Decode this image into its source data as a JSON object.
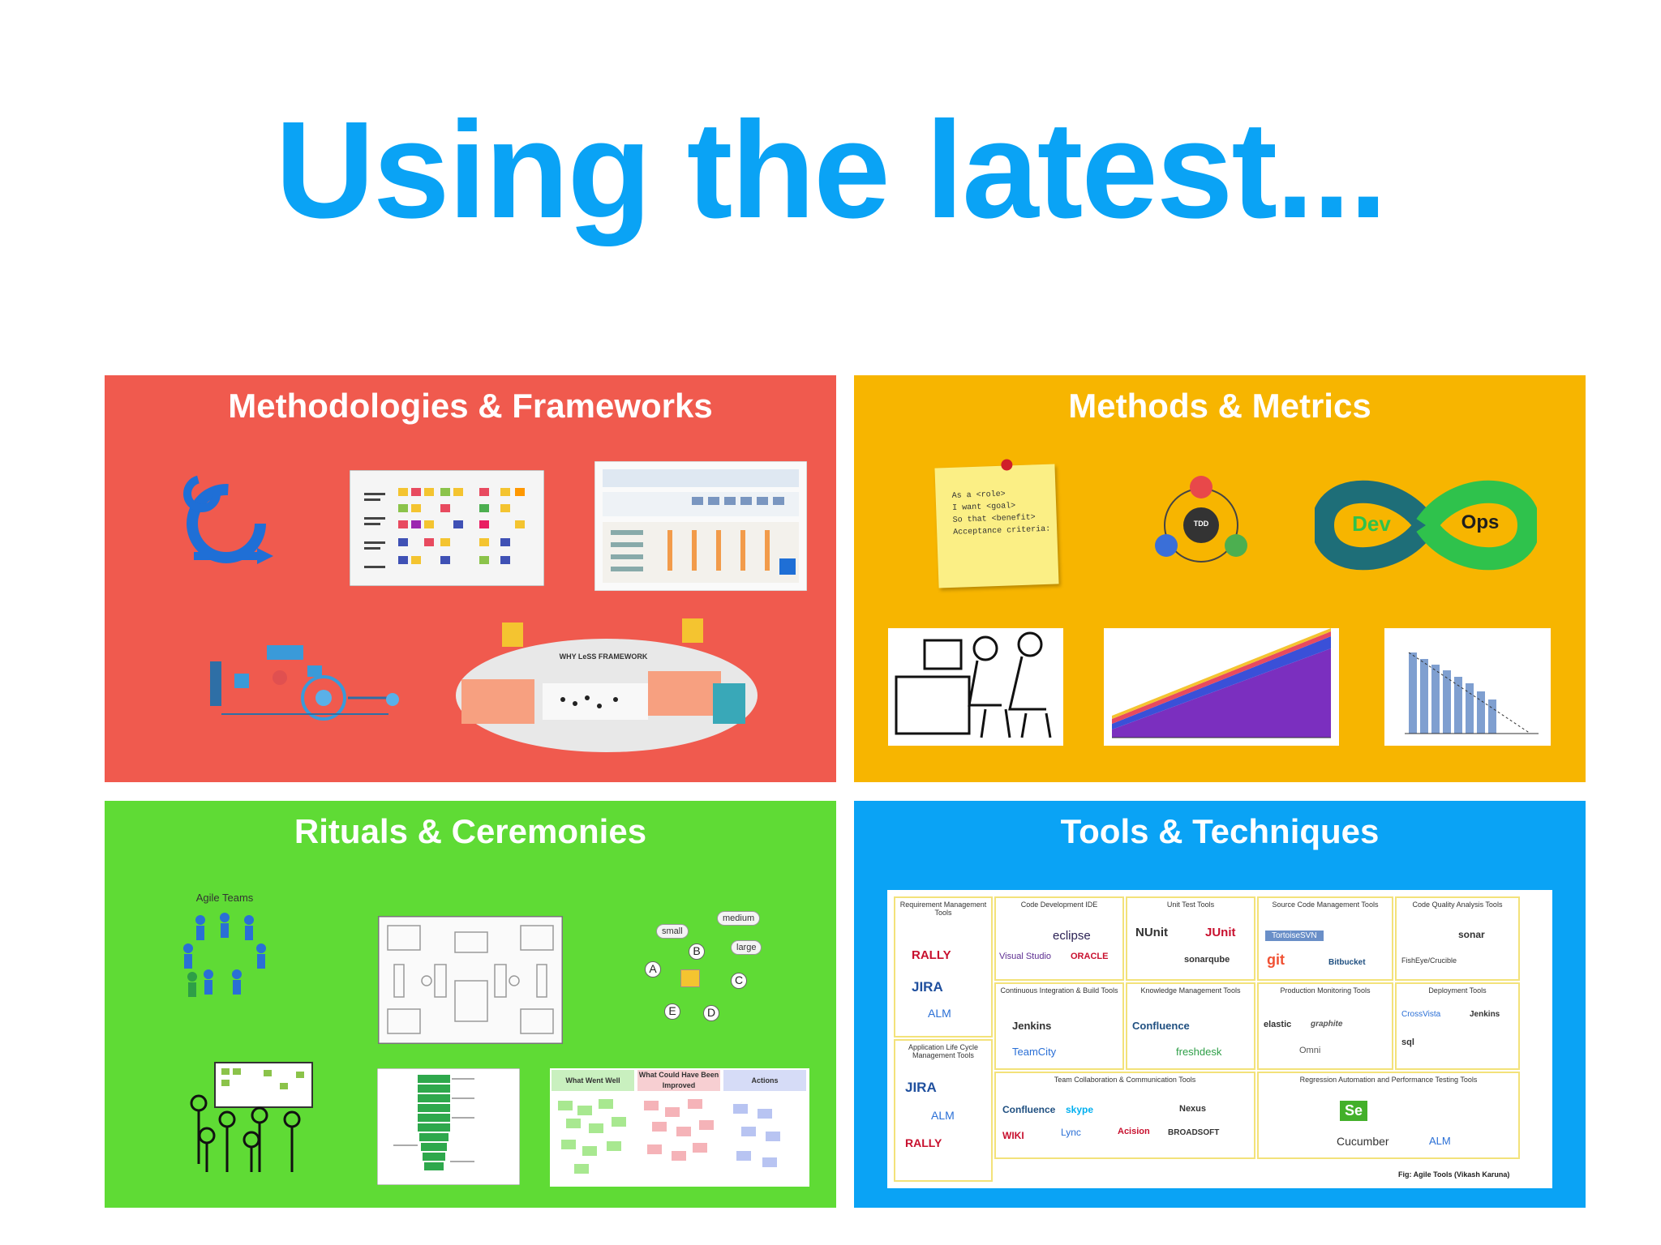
{
  "slide": {
    "title": "Using the latest..."
  },
  "quadrants": [
    {
      "title": "Methodologies & Frameworks",
      "color": "#f05a4e",
      "images": [
        "scrum-cycle-icon",
        "kanban-board",
        "safe-big-picture",
        "agile-workflow-diagram",
        "less-framework"
      ],
      "less_heading": "WHY LeSS FRAMEWORK"
    },
    {
      "title": "Methods & Metrics",
      "color": "#f7b500",
      "images": [
        "user-story-sticky-note",
        "tdd-cycle",
        "devops-loop",
        "pair-programming",
        "cumulative-flow-diagram",
        "burndown-chart"
      ],
      "sticky_note": [
        "As a <role>",
        "I want <goal>",
        "So that <benefit>",
        "",
        "Acceptance criteria:"
      ],
      "tdd_center": "TDD",
      "devops": [
        "Dev",
        "Ops"
      ]
    },
    {
      "title": "Rituals & Ceremonies",
      "color": "#5fdb35",
      "images": [
        "agile-team",
        "office-floor-plan",
        "planning-poker-estimation",
        "standup-meeting",
        "product-backlog",
        "retrospective-board"
      ],
      "agile_team_label": "Agile Teams",
      "estimates": [
        "small",
        "medium",
        "large"
      ],
      "estimate_items": [
        "A",
        "B",
        "C",
        "D",
        "E"
      ],
      "retro_columns": [
        "What Went Well",
        "What Could Have Been Improved",
        "Actions"
      ]
    },
    {
      "title": "Tools & Techniques",
      "color": "#0aa3f5",
      "images": [
        "agile-tools-landscape"
      ],
      "tool_categories": [
        {
          "label": "Requirement Management Tools",
          "tools": [
            "RALLY",
            "JIRA",
            "ALM"
          ]
        },
        {
          "label": "Code Development IDE",
          "tools": [
            "eclipse",
            "Visual Studio",
            "ORACLE"
          ]
        },
        {
          "label": "Unit Test Tools",
          "tools": [
            "NUnit",
            "JUnit",
            "sonarqube"
          ]
        },
        {
          "label": "Source Code Management Tools",
          "tools": [
            "TortoiseSVN",
            "git",
            "Bitbucket"
          ]
        },
        {
          "label": "Code Quality Analysis Tools",
          "tools": [
            "sonar",
            "FishEye/Crucible"
          ]
        },
        {
          "label": "Continuous Integration & Build Tools",
          "tools": [
            "Jenkins",
            "TeamCity"
          ]
        },
        {
          "label": "Knowledge Management Tools",
          "tools": [
            "Confluence",
            "freshdesk"
          ]
        },
        {
          "label": "Production Monitoring Tools",
          "tools": [
            "elastic",
            "graphite",
            "Omni"
          ]
        },
        {
          "label": "Deployment Tools",
          "tools": [
            "CrossVista",
            "Jenkins",
            "sql"
          ]
        },
        {
          "label": "Application Life Cycle Management Tools",
          "tools": [
            "JIRA",
            "ALM",
            "RALLY"
          ]
        },
        {
          "label": "Team Collaboration & Communication Tools",
          "tools": [
            "Confluence",
            "skype",
            "Lync",
            "WIKI",
            "Nexus",
            "Acision",
            "BROADSOFT"
          ]
        },
        {
          "label": "Regression Automation and Performance Testing Tools",
          "tools": [
            "Se",
            "Cucumber",
            "ALM"
          ]
        }
      ],
      "caption": "Fig: Agile Tools (Vikash Karuna)"
    }
  ]
}
